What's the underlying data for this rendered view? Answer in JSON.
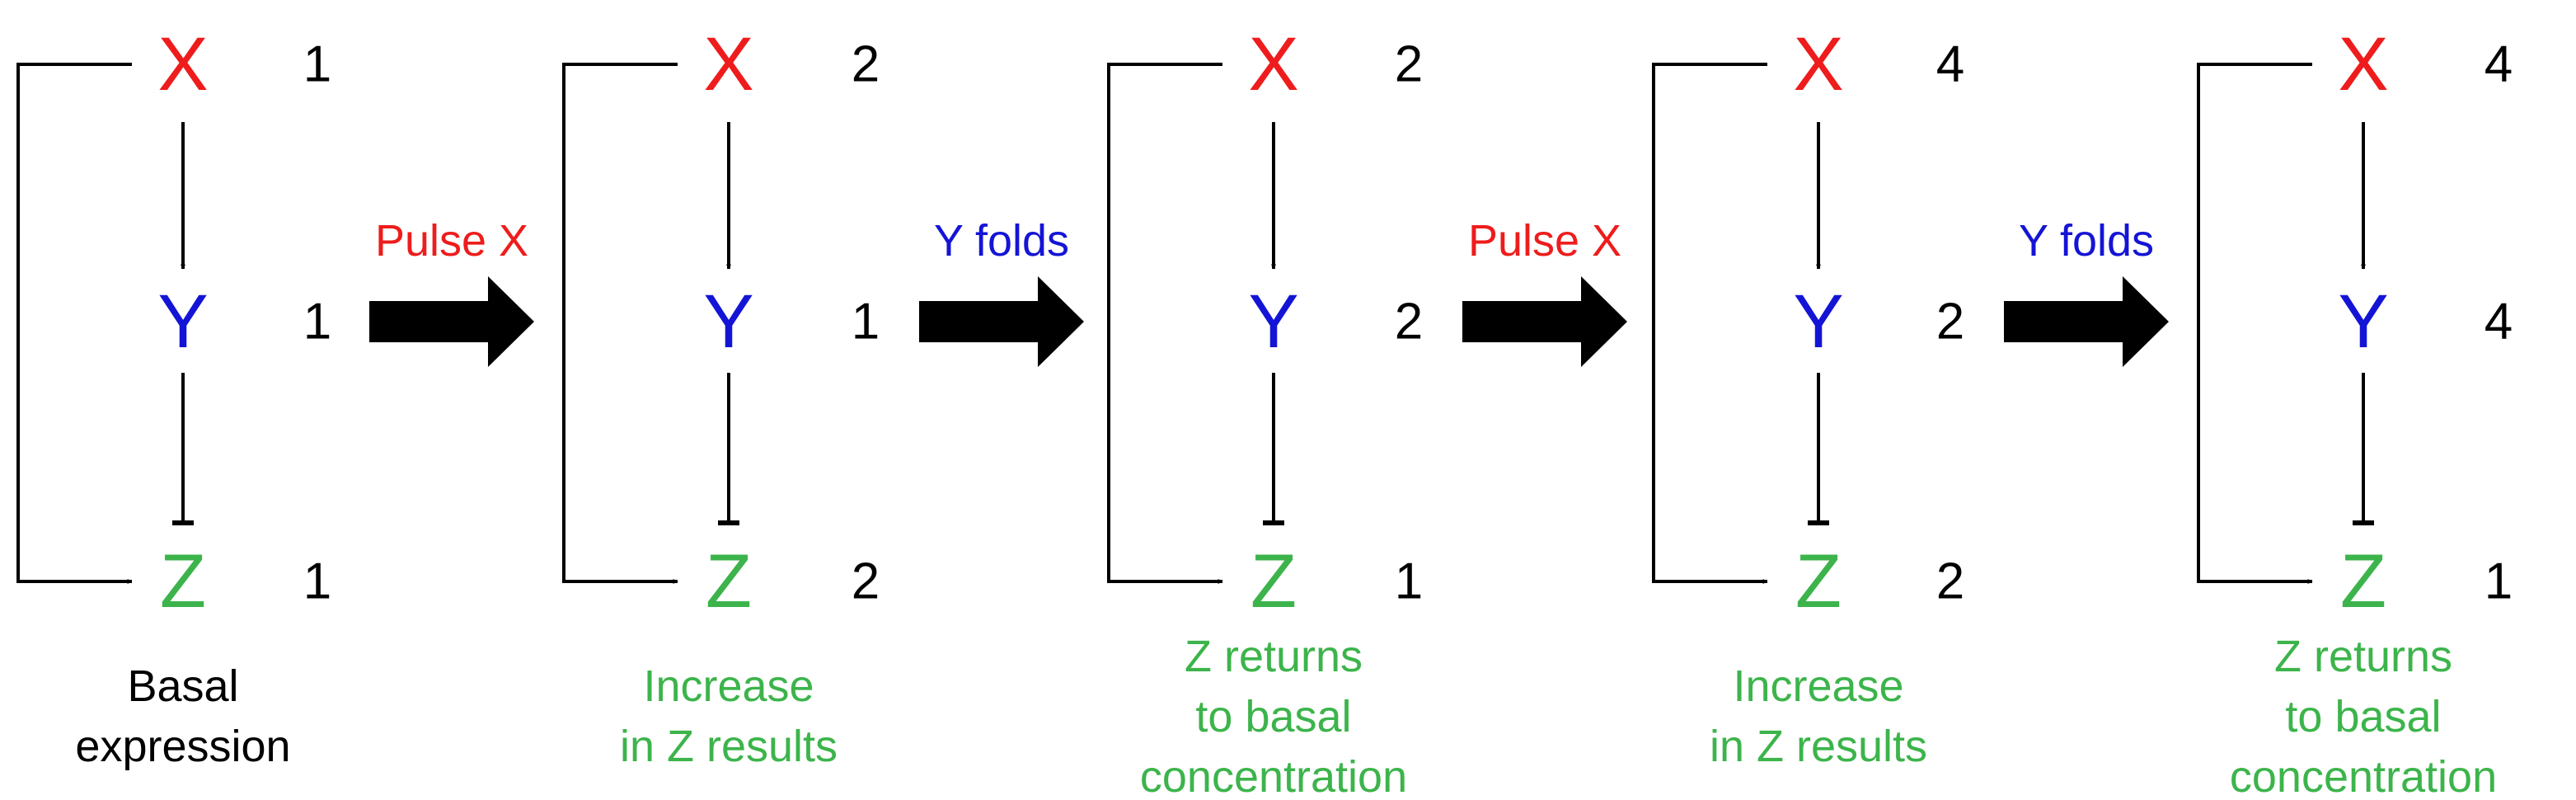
{
  "colors": {
    "x": "#ee1c1c",
    "y": "#1414d6",
    "z": "#3cb44b",
    "line": "#000000",
    "text": "#000000"
  },
  "panels": [
    {
      "x_label": "X",
      "y_label": "Y",
      "z_label": "Z",
      "x_value": "1",
      "y_value": "1",
      "z_value": "1",
      "caption": [
        "Basal",
        "expression"
      ],
      "caption_color": "text"
    },
    {
      "x_label": "X",
      "y_label": "Y",
      "z_label": "Z",
      "x_value": "2",
      "y_value": "1",
      "z_value": "2",
      "caption": [
        "Increase",
        "in Z results"
      ],
      "caption_color": "z"
    },
    {
      "x_label": "X",
      "y_label": "Y",
      "z_label": "Z",
      "x_value": "2",
      "y_value": "2",
      "z_value": "1",
      "caption": [
        "Z returns",
        "to basal",
        "concentration"
      ],
      "caption_color": "z"
    },
    {
      "x_label": "X",
      "y_label": "Y",
      "z_label": "Z",
      "x_value": "4",
      "y_value": "2",
      "z_value": "2",
      "caption": [
        "Increase",
        "in Z results"
      ],
      "caption_color": "z"
    },
    {
      "x_label": "X",
      "y_label": "Y",
      "z_label": "Z",
      "x_value": "4",
      "y_value": "4",
      "z_value": "1",
      "caption": [
        "Z returns",
        "to basal",
        "concentration"
      ],
      "caption_color": "z"
    }
  ],
  "transitions": [
    {
      "label": "Pulse X",
      "color": "x"
    },
    {
      "label": "Y folds",
      "color": "y"
    },
    {
      "label": "Pulse X",
      "color": "x"
    },
    {
      "label": "Y folds",
      "color": "y"
    }
  ]
}
